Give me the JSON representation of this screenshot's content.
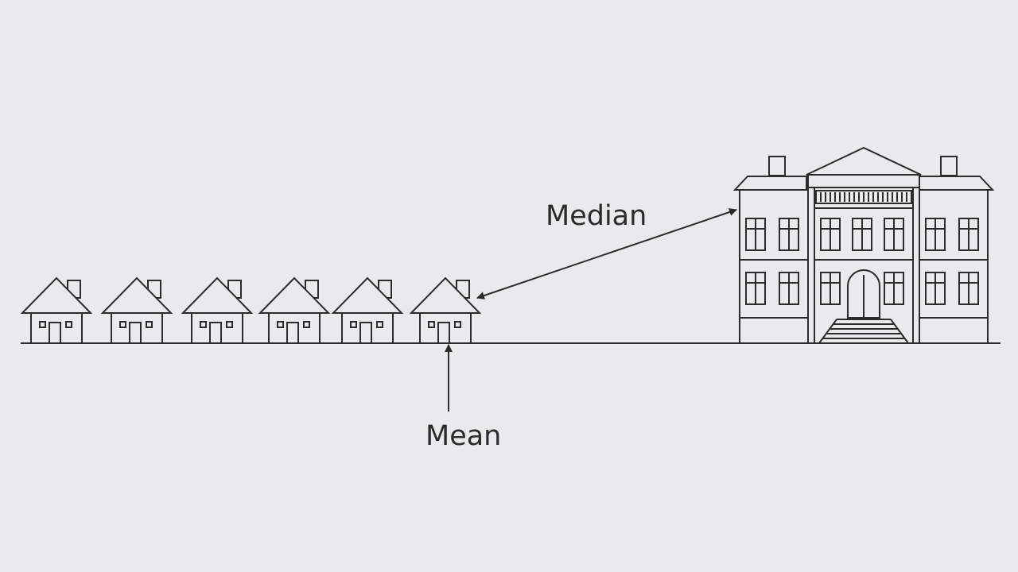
{
  "diagram": {
    "labels": {
      "median": "Median",
      "mean": "Mean"
    },
    "houses": [
      {
        "name": "house-1"
      },
      {
        "name": "house-2"
      },
      {
        "name": "house-3"
      },
      {
        "name": "house-4"
      },
      {
        "name": "house-5"
      },
      {
        "name": "house-6"
      }
    ],
    "colors": {
      "background": "#e8eaeb",
      "stroke": "#2b2b2b"
    }
  }
}
